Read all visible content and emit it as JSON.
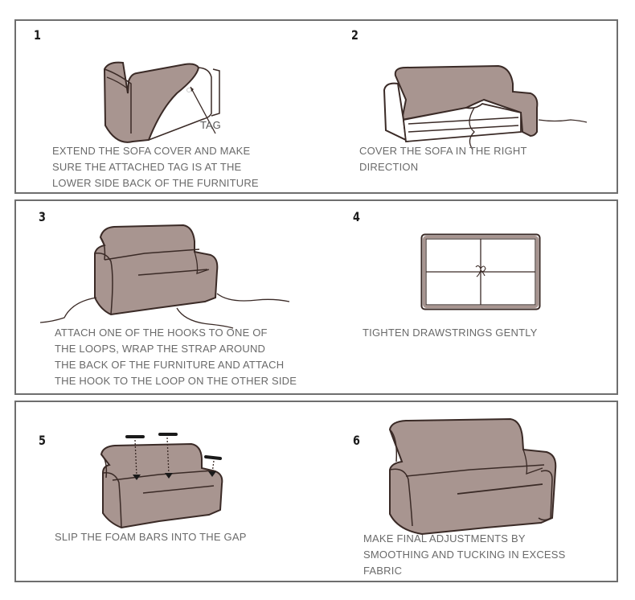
{
  "colors": {
    "fabric": "#a89590",
    "outline": "#3a2a26",
    "border": "#6e6e6e",
    "caption": "#6a6a6a"
  },
  "steps": [
    {
      "number": "1",
      "illustration": "folded-sofa-cover-with-tag",
      "tag_label": "TAG",
      "caption": "EXTEND THE SOFA COVER AND MAKE\nSURE THE ATTACHED TAG IS AT THE\nLOWER SIDE BACK OF THE FURNITURE"
    },
    {
      "number": "2",
      "illustration": "sofa-being-covered",
      "caption": "COVER THE SOFA IN THE RIGHT\nDIRECTION"
    },
    {
      "number": "3",
      "illustration": "covered-sofa-with-straps",
      "caption": "ATTACH ONE OF THE HOOKS TO ONE OF\nTHE LOOPS, WRAP THE STRAP AROUND\nTHE BACK OF THE FURNITURE AND ATTACH\nTHE HOOK TO THE LOOP ON THE OTHER SIDE"
    },
    {
      "number": "4",
      "illustration": "sofa-underside-drawstrings",
      "caption": "TIGHTEN DRAWSTRINGS GENTLY"
    },
    {
      "number": "5",
      "illustration": "sofa-foam-bars-insert",
      "caption": "SLIP THE FOAM BARS INTO THE GAP"
    },
    {
      "number": "6",
      "illustration": "finished-covered-sofa",
      "caption": "MAKE FINAL ADJUSTMENTS BY\nSMOOTHING AND TUCKING IN EXCESS\nFABRIC"
    }
  ]
}
